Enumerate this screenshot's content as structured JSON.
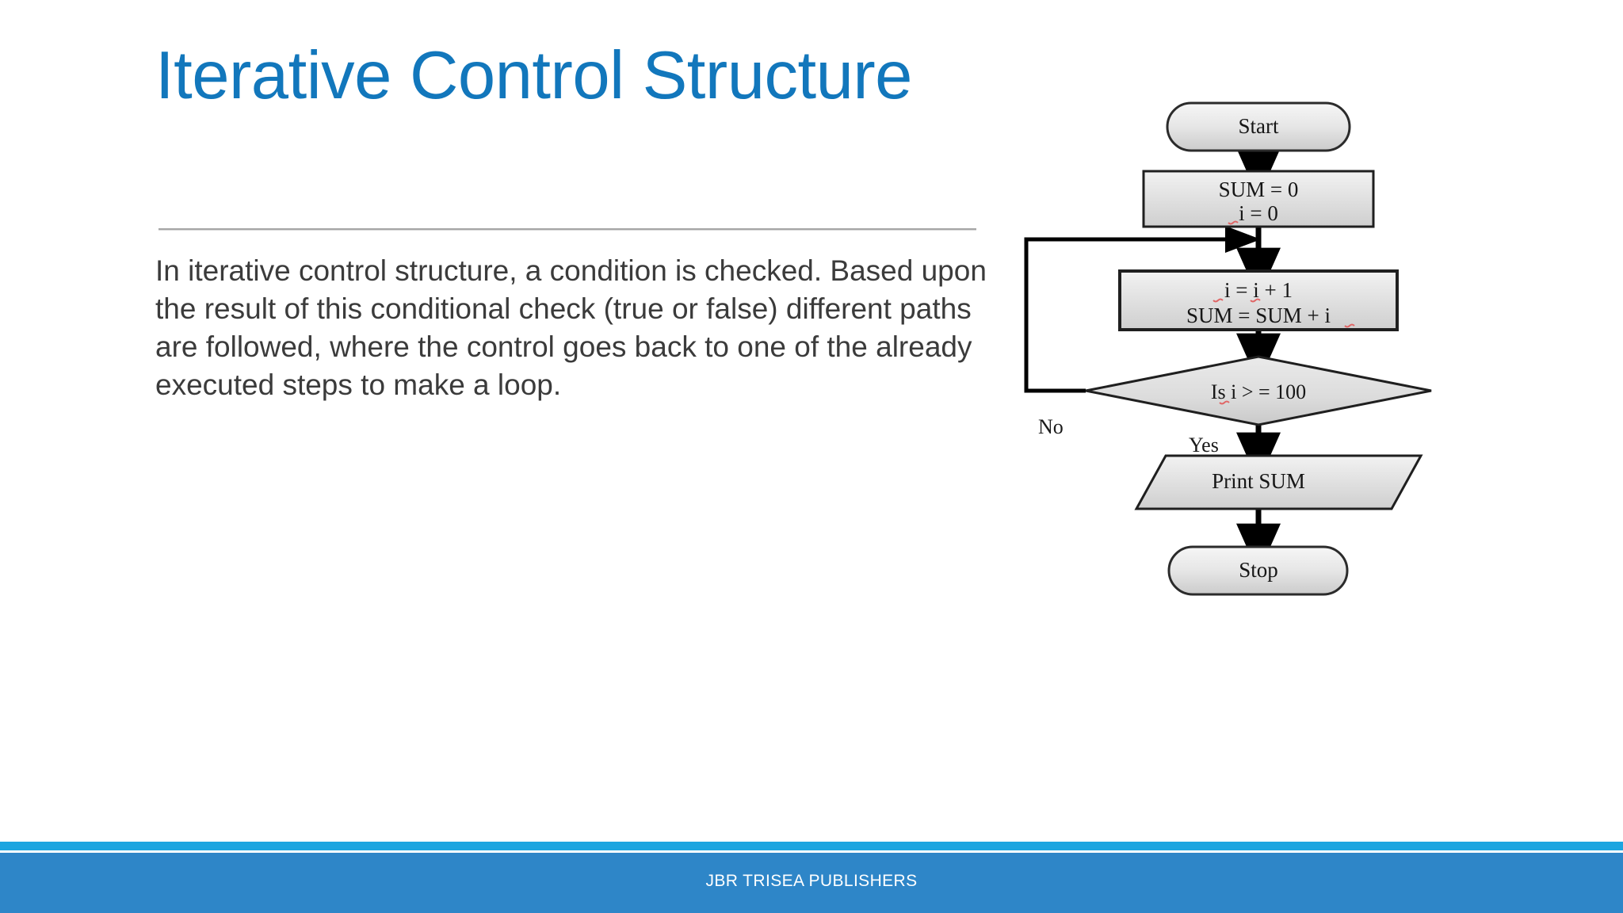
{
  "slide": {
    "title": "Iterative Control Structure",
    "title_color": "#1277bc",
    "background_color": "#ffffff",
    "body_text": " In iterative control structure, a condition is checked. Based upon the result of this conditional check (true or false) different paths are followed, where the control goes back to one of the already executed steps to make a loop.",
    "body_text_color": "#3b3b3b"
  },
  "footer": {
    "text": "JBR TRISEA PUBLISHERS",
    "bar_color": "#2e86c8",
    "strip_color": "#1ca5e0",
    "text_color": "#ffffff"
  },
  "flowchart": {
    "shape_fill": "#dcdcdc",
    "shape_stroke": "#1a1a1a",
    "connector_color": "#000000",
    "nodes": {
      "start": {
        "label": "Start",
        "shape": "terminator"
      },
      "init": {
        "line1": "SUM = 0",
        "line2": "i = 0",
        "shape": "process"
      },
      "accumulate": {
        "line1": "i = i + 1",
        "line2": "SUM = SUM + i",
        "shape": "process"
      },
      "decision": {
        "label": "Is i > = 100",
        "shape": "decision"
      },
      "print": {
        "label": "Print SUM",
        "shape": "input-output"
      },
      "stop": {
        "label": "Stop",
        "shape": "terminator"
      }
    },
    "edge_labels": {
      "no": "No",
      "yes": "Yes"
    }
  }
}
